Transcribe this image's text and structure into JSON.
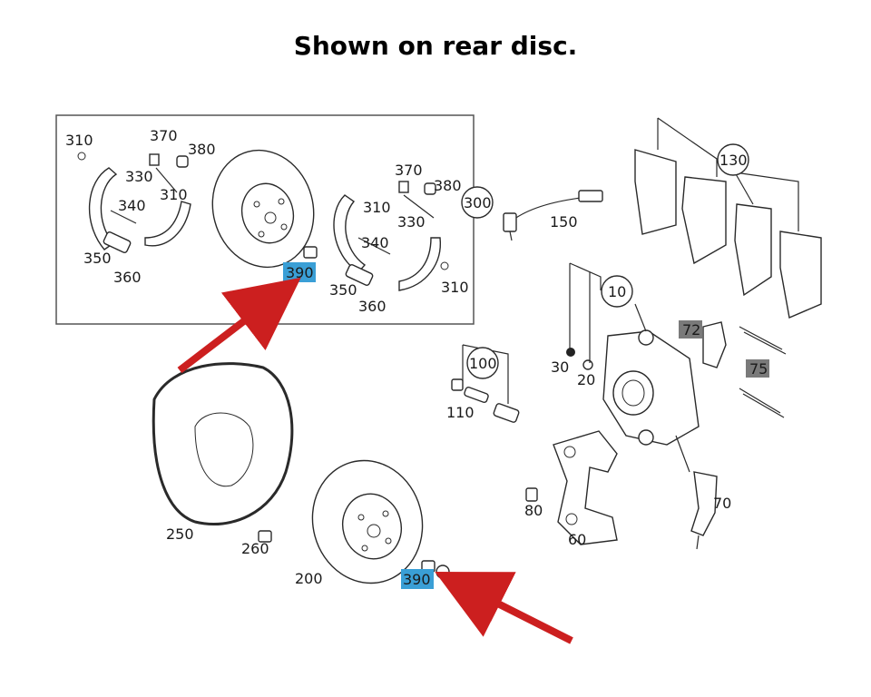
{
  "title": "Shown on rear disc.",
  "colors": {
    "highlight": "#3a9fd6",
    "grey_tag": "#7a7a7a",
    "arrow": "#cc1f1f"
  },
  "labels": {
    "l310a": "310",
    "l370a": "370",
    "l380a": "380",
    "l330a": "330",
    "l310b": "310",
    "l340a": "340",
    "l350a": "350",
    "l360a": "360",
    "l390a": "390",
    "l370b": "370",
    "l380b": "380",
    "l310c": "310",
    "l330b": "330",
    "l340b": "340",
    "l350b": "350",
    "l360b": "360",
    "l310d": "310",
    "l300": "300",
    "l150": "150",
    "l130": "130",
    "l10": "10",
    "l72": "72",
    "l75": "75",
    "l100": "100",
    "l110": "110",
    "l30": "30",
    "l20": "20",
    "l250": "250",
    "l260": "260",
    "l200": "200",
    "l390b": "390",
    "l80": "80",
    "l60": "60",
    "l70": "70"
  }
}
